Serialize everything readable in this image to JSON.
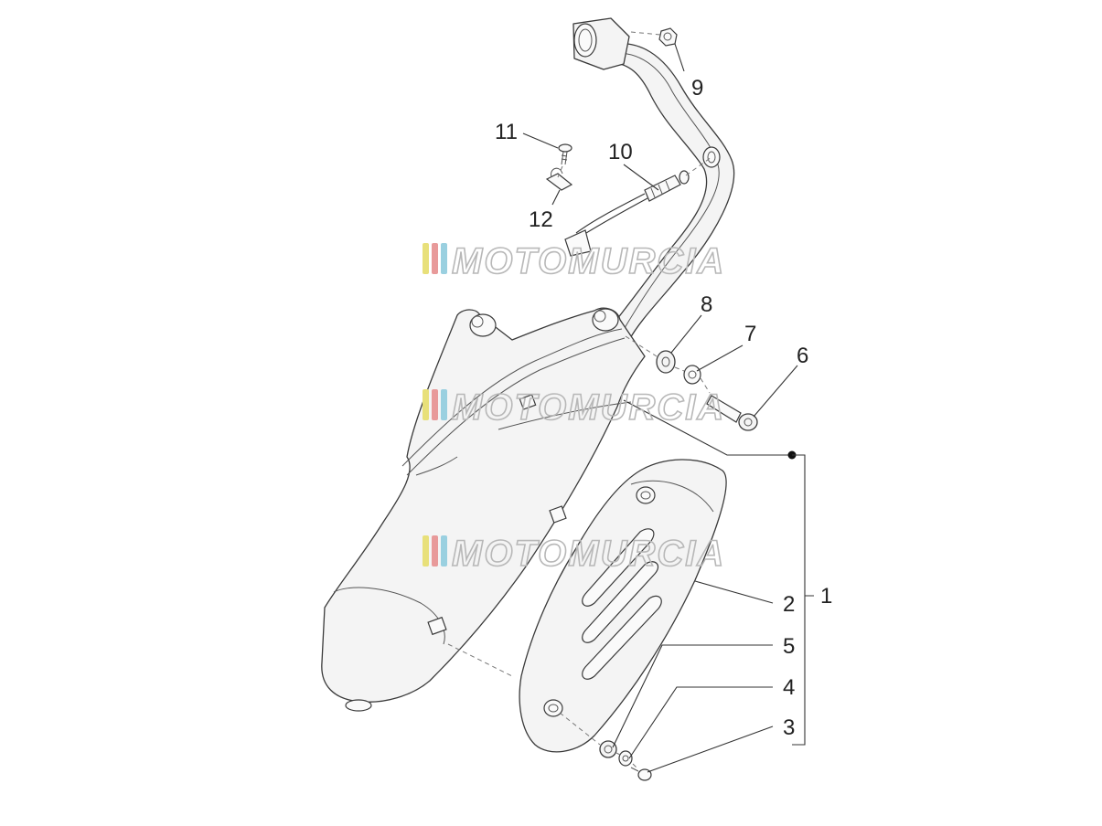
{
  "diagram": {
    "callouts": [
      {
        "id": "1",
        "label": "1"
      },
      {
        "id": "2",
        "label": "2"
      },
      {
        "id": "3",
        "label": "3"
      },
      {
        "id": "4",
        "label": "4"
      },
      {
        "id": "5",
        "label": "5"
      },
      {
        "id": "6",
        "label": "6"
      },
      {
        "id": "7",
        "label": "7"
      },
      {
        "id": "8",
        "label": "8"
      },
      {
        "id": "9",
        "label": "9"
      },
      {
        "id": "10",
        "label": "10"
      },
      {
        "id": "11",
        "label": "11"
      },
      {
        "id": "12",
        "label": "12"
      }
    ]
  },
  "watermark": {
    "text": "MOTOMURCIA",
    "stripe_colors": [
      "#e8e07a",
      "#e89a9a",
      "#9ad0e0"
    ]
  }
}
